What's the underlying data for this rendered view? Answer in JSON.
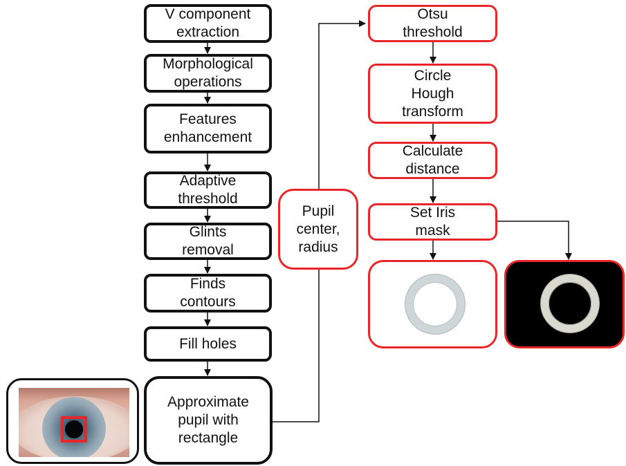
{
  "pipeline": {
    "step1": "V component\nextraction",
    "step2": "Morphological\noperations",
    "step3": "Features\nenhancement",
    "step4": "Adaptive\nthreshold",
    "step5": "Glints\nremoval",
    "step6": "Finds\ncontours",
    "step7": "Fill holes",
    "step8": "Approximate\npupil with\nrectangle"
  },
  "pupil_box": "Pupil\ncenter,\nradius",
  "iris": {
    "step1": "Otsu\nthreshold",
    "step2": "Circle\nHough\ntransform",
    "step3": "Calculate\ndistance",
    "step4": "Set Iris\nmask"
  },
  "images": {
    "input": "eye-photo-with-pupil-rectangle",
    "output_white": "iris-ring-on-white",
    "output_black": "iris-ring-on-black"
  },
  "colors": {
    "black_stroke": "#111111",
    "red_stroke": "#e8262a"
  }
}
